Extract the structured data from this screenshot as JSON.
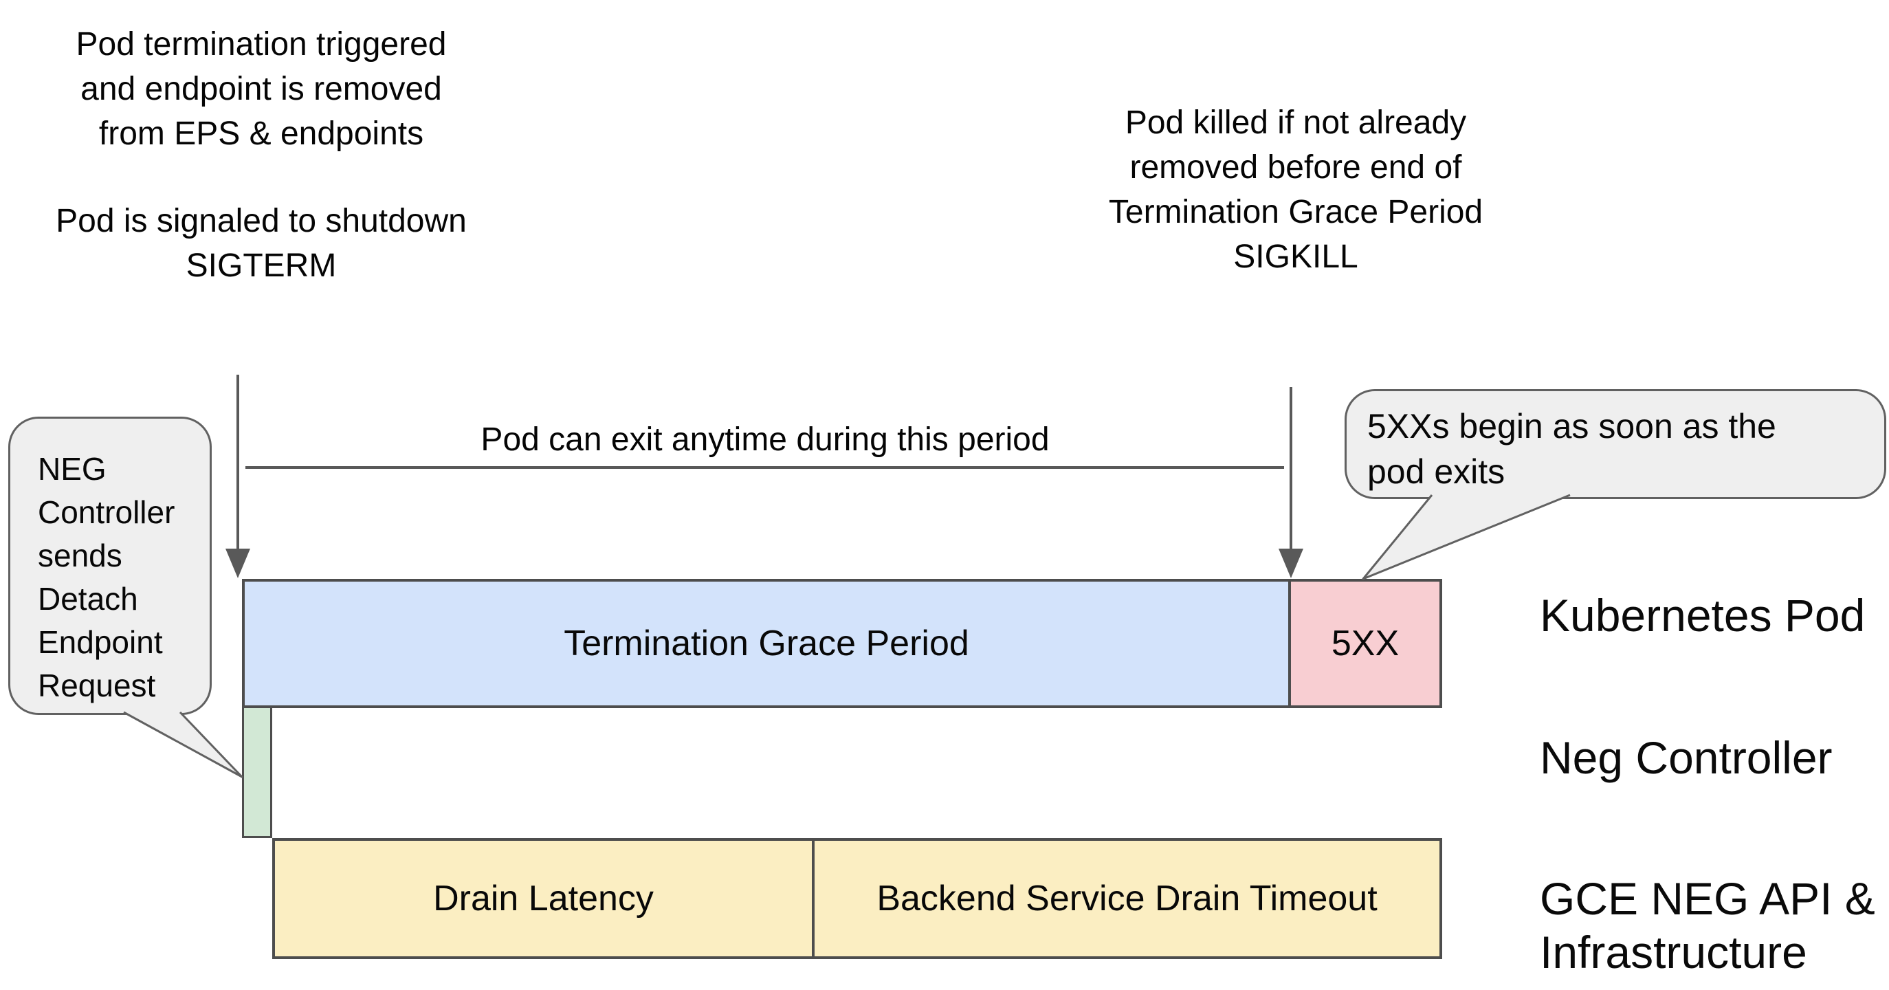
{
  "notes": {
    "pod_termination": [
      "Pod termination triggered",
      "and endpoint is removed",
      "from EPS & endpoints"
    ],
    "pod_signaled": [
      "Pod is signaled to shutdown",
      "SIGTERM"
    ],
    "pod_killed": [
      "Pod killed if not already",
      "removed before end of",
      "Termination Grace Period",
      "SIGKILL"
    ],
    "exit_window": "Pod can exit anytime during this period"
  },
  "callouts": {
    "neg_controller": [
      "NEG",
      "Controller",
      "sends",
      "Detach",
      "Endpoint",
      "Request"
    ],
    "errors_begin": [
      "5XXs begin as soon as the",
      "pod exits"
    ]
  },
  "timeline": {
    "rows": [
      {
        "label": "Kubernetes Pod"
      },
      {
        "label": "Neg Controller"
      },
      {
        "label_line1": "GCE NEG API &",
        "label_line2": "Infrastructure"
      }
    ],
    "segments": {
      "grace_period": "Termination Grace Period",
      "errors": "5XX",
      "drain_latency": "Drain Latency",
      "drain_timeout": "Backend Service Drain Timeout"
    }
  },
  "colors": {
    "grace_period_fill": "#d3e3fb",
    "errors_fill": "#f8ced2",
    "detach_fill": "#d2e8d5",
    "drain_fill": "#fbeec2",
    "callout_fill": "#efefef",
    "callout_border": "#616161",
    "bar_border": "#4d4d4d",
    "arrow": "#595959"
  }
}
